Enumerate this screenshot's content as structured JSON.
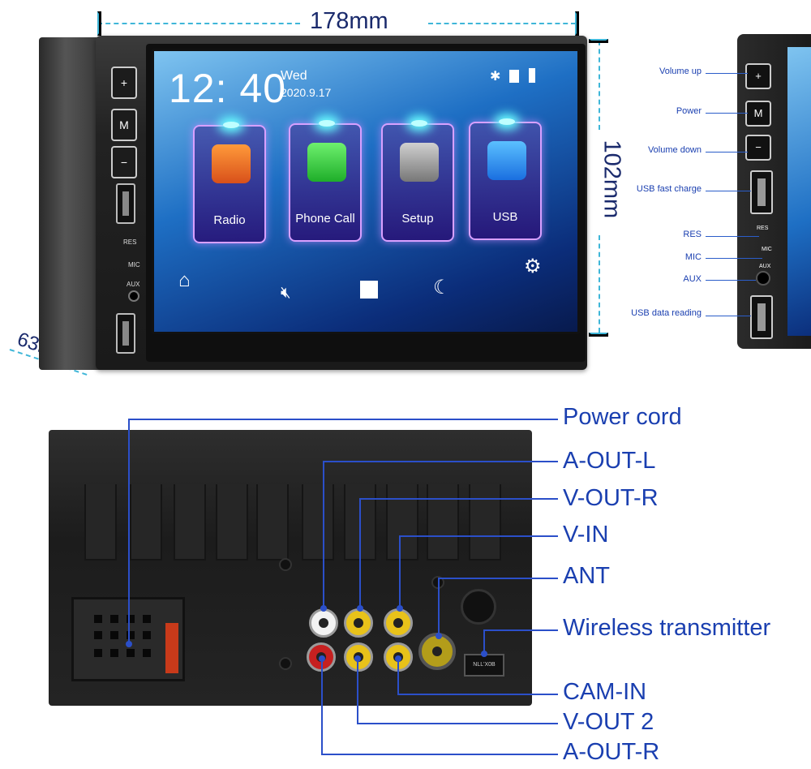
{
  "dimensions": {
    "width": "178mm",
    "height": "102mm",
    "depth": "63mm"
  },
  "screen": {
    "time": "12: 40",
    "day": "Wed",
    "date": "2020.9.17",
    "apps": [
      {
        "label": "Radio",
        "icon": "radio-icon"
      },
      {
        "label": "Phone Call",
        "icon": "phone-icon"
      },
      {
        "label": "Setup",
        "icon": "settings-icon"
      },
      {
        "label": "USB",
        "icon": "usb-icon"
      }
    ],
    "dock": [
      "home-icon",
      "mute-icon",
      "apps-grid-icon",
      "night-mode-icon"
    ],
    "status_icons": [
      "bluetooth-icon",
      "sd-card-icon",
      "usb-status-icon"
    ]
  },
  "front_labels": {
    "res": "RES",
    "mic": "MIC",
    "aux": "AUX"
  },
  "side_labels": [
    "Volume up",
    "Power",
    "Volume down",
    "USB fast charge",
    "RES",
    "MIC",
    "AUX",
    "USB data reading"
  ],
  "rear_labels": [
    "Power cord",
    "A-OUT-L",
    "V-OUT-R",
    "V-IN",
    "ANT",
    "Wireless transmitter",
    "CAM-IN",
    "V-OUT 2",
    "A-OUT-R"
  ],
  "colors": {
    "label_blue": "#1a3fb0",
    "dimension_cyan": "#3fb6d8",
    "lead_blue": "#2b4fc9"
  }
}
